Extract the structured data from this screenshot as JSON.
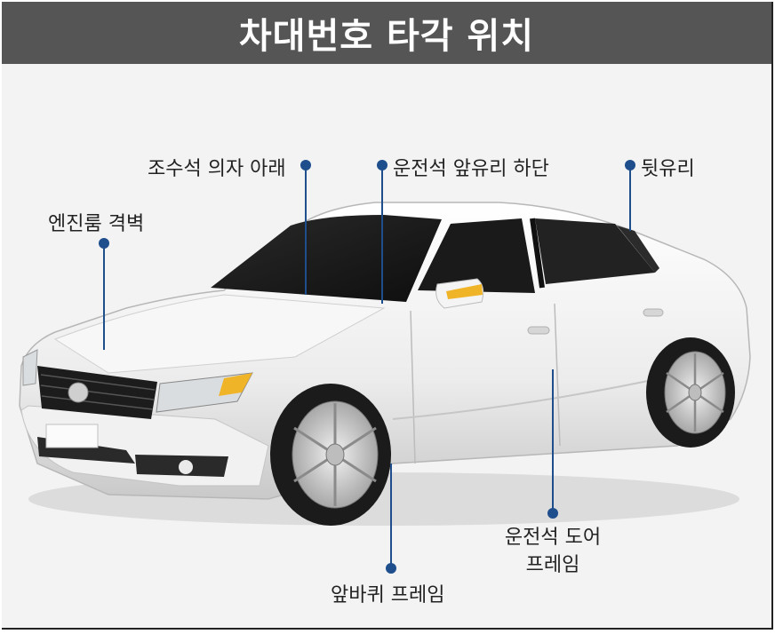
{
  "title": "차대번호 타각 위치",
  "callouts": {
    "passenger_seat": "조수석 의자 아래",
    "windshield": "운전석 앞유리 하단",
    "rear_glass": "뒷유리",
    "engine_bulkhead": "엔진룸 격벽",
    "driver_door_line1": "운전석 도어",
    "driver_door_line2": "프레임",
    "front_wheel": "앞바퀴 프레임"
  },
  "colors": {
    "header_bg": "#555555",
    "header_text": "#ffffff",
    "marker": "#1f4e8c",
    "background": "#f3f3f3"
  }
}
